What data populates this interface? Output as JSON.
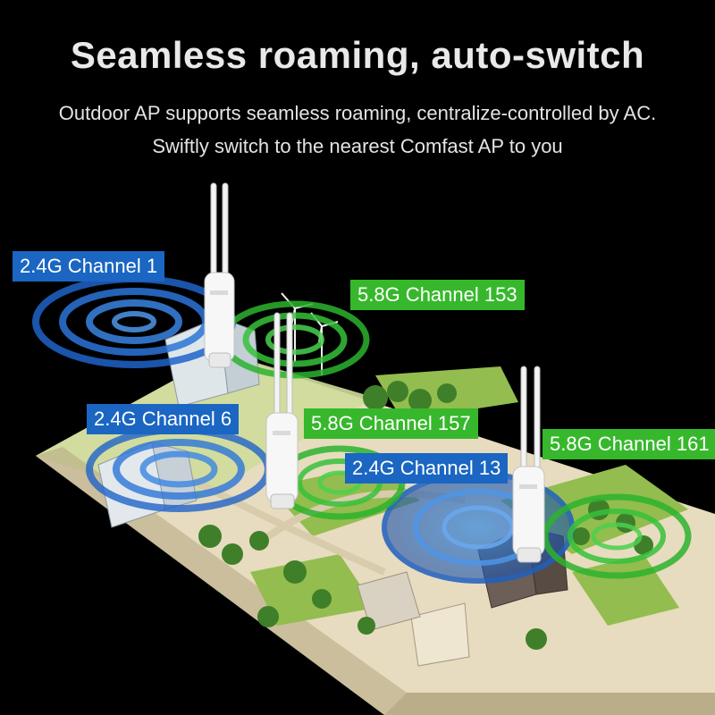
{
  "header": {
    "title": "Seamless roaming, auto-switch",
    "subtitle_line1": "Outdoor AP supports seamless roaming, centralize-controlled by AC.",
    "subtitle_line2": "Swiftly switch to the nearest Comfast AP to you"
  },
  "channels": [
    {
      "label": "2.4G Channel 1",
      "band": "2.4G",
      "color": "#1a66c2"
    },
    {
      "label": "5.8G Channel 153",
      "band": "5.8G",
      "color": "#37b82c"
    },
    {
      "label": "2.4G Channel 6",
      "band": "2.4G",
      "color": "#1a66c2"
    },
    {
      "label": "5.8G Channel 157",
      "band": "5.8G",
      "color": "#37b82c"
    },
    {
      "label": "5.8G Channel 161",
      "band": "5.8G",
      "color": "#37b82c"
    },
    {
      "label": "2.4G Channel 13",
      "band": "2.4G",
      "color": "#1a66c2"
    }
  ],
  "colors": {
    "background": "#000000",
    "ground": "#e9dcc0",
    "grass": "#8fb84a",
    "blue_band": "#1a66c2",
    "green_band": "#37b82c"
  },
  "icons": [
    "access-point-icon",
    "wifi-signal-icon",
    "tree-icon",
    "building-icon",
    "wind-turbine-icon"
  ]
}
